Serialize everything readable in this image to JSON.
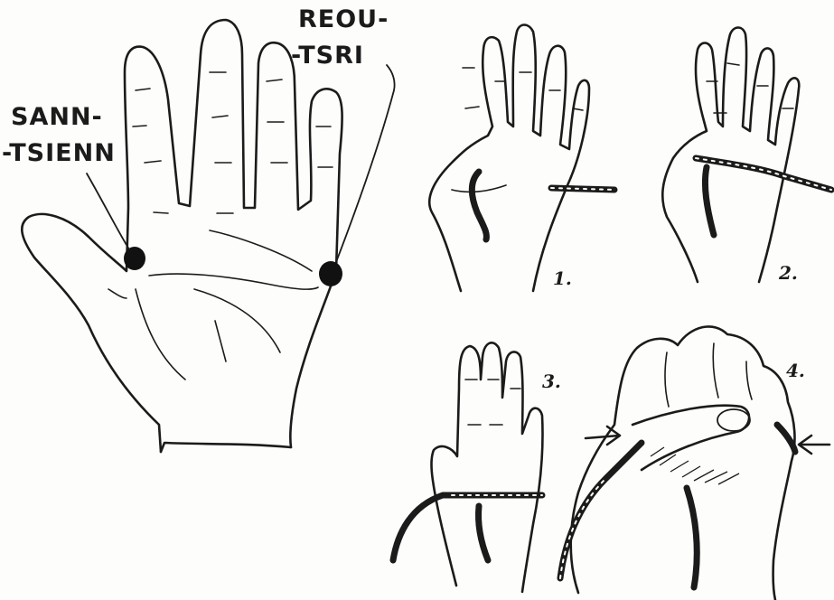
{
  "labels": {
    "left_point_line1": "SANN-",
    "left_point_line2": "-TSIENN",
    "right_point_line1": "REOU-",
    "right_point_line2": "-TSRI"
  },
  "steps": {
    "step1": "1.",
    "step2": "2.",
    "step3": "3.",
    "step4": "4."
  },
  "colors": {
    "ink": "#1b1b1b",
    "paper": "#fdfdfb"
  }
}
